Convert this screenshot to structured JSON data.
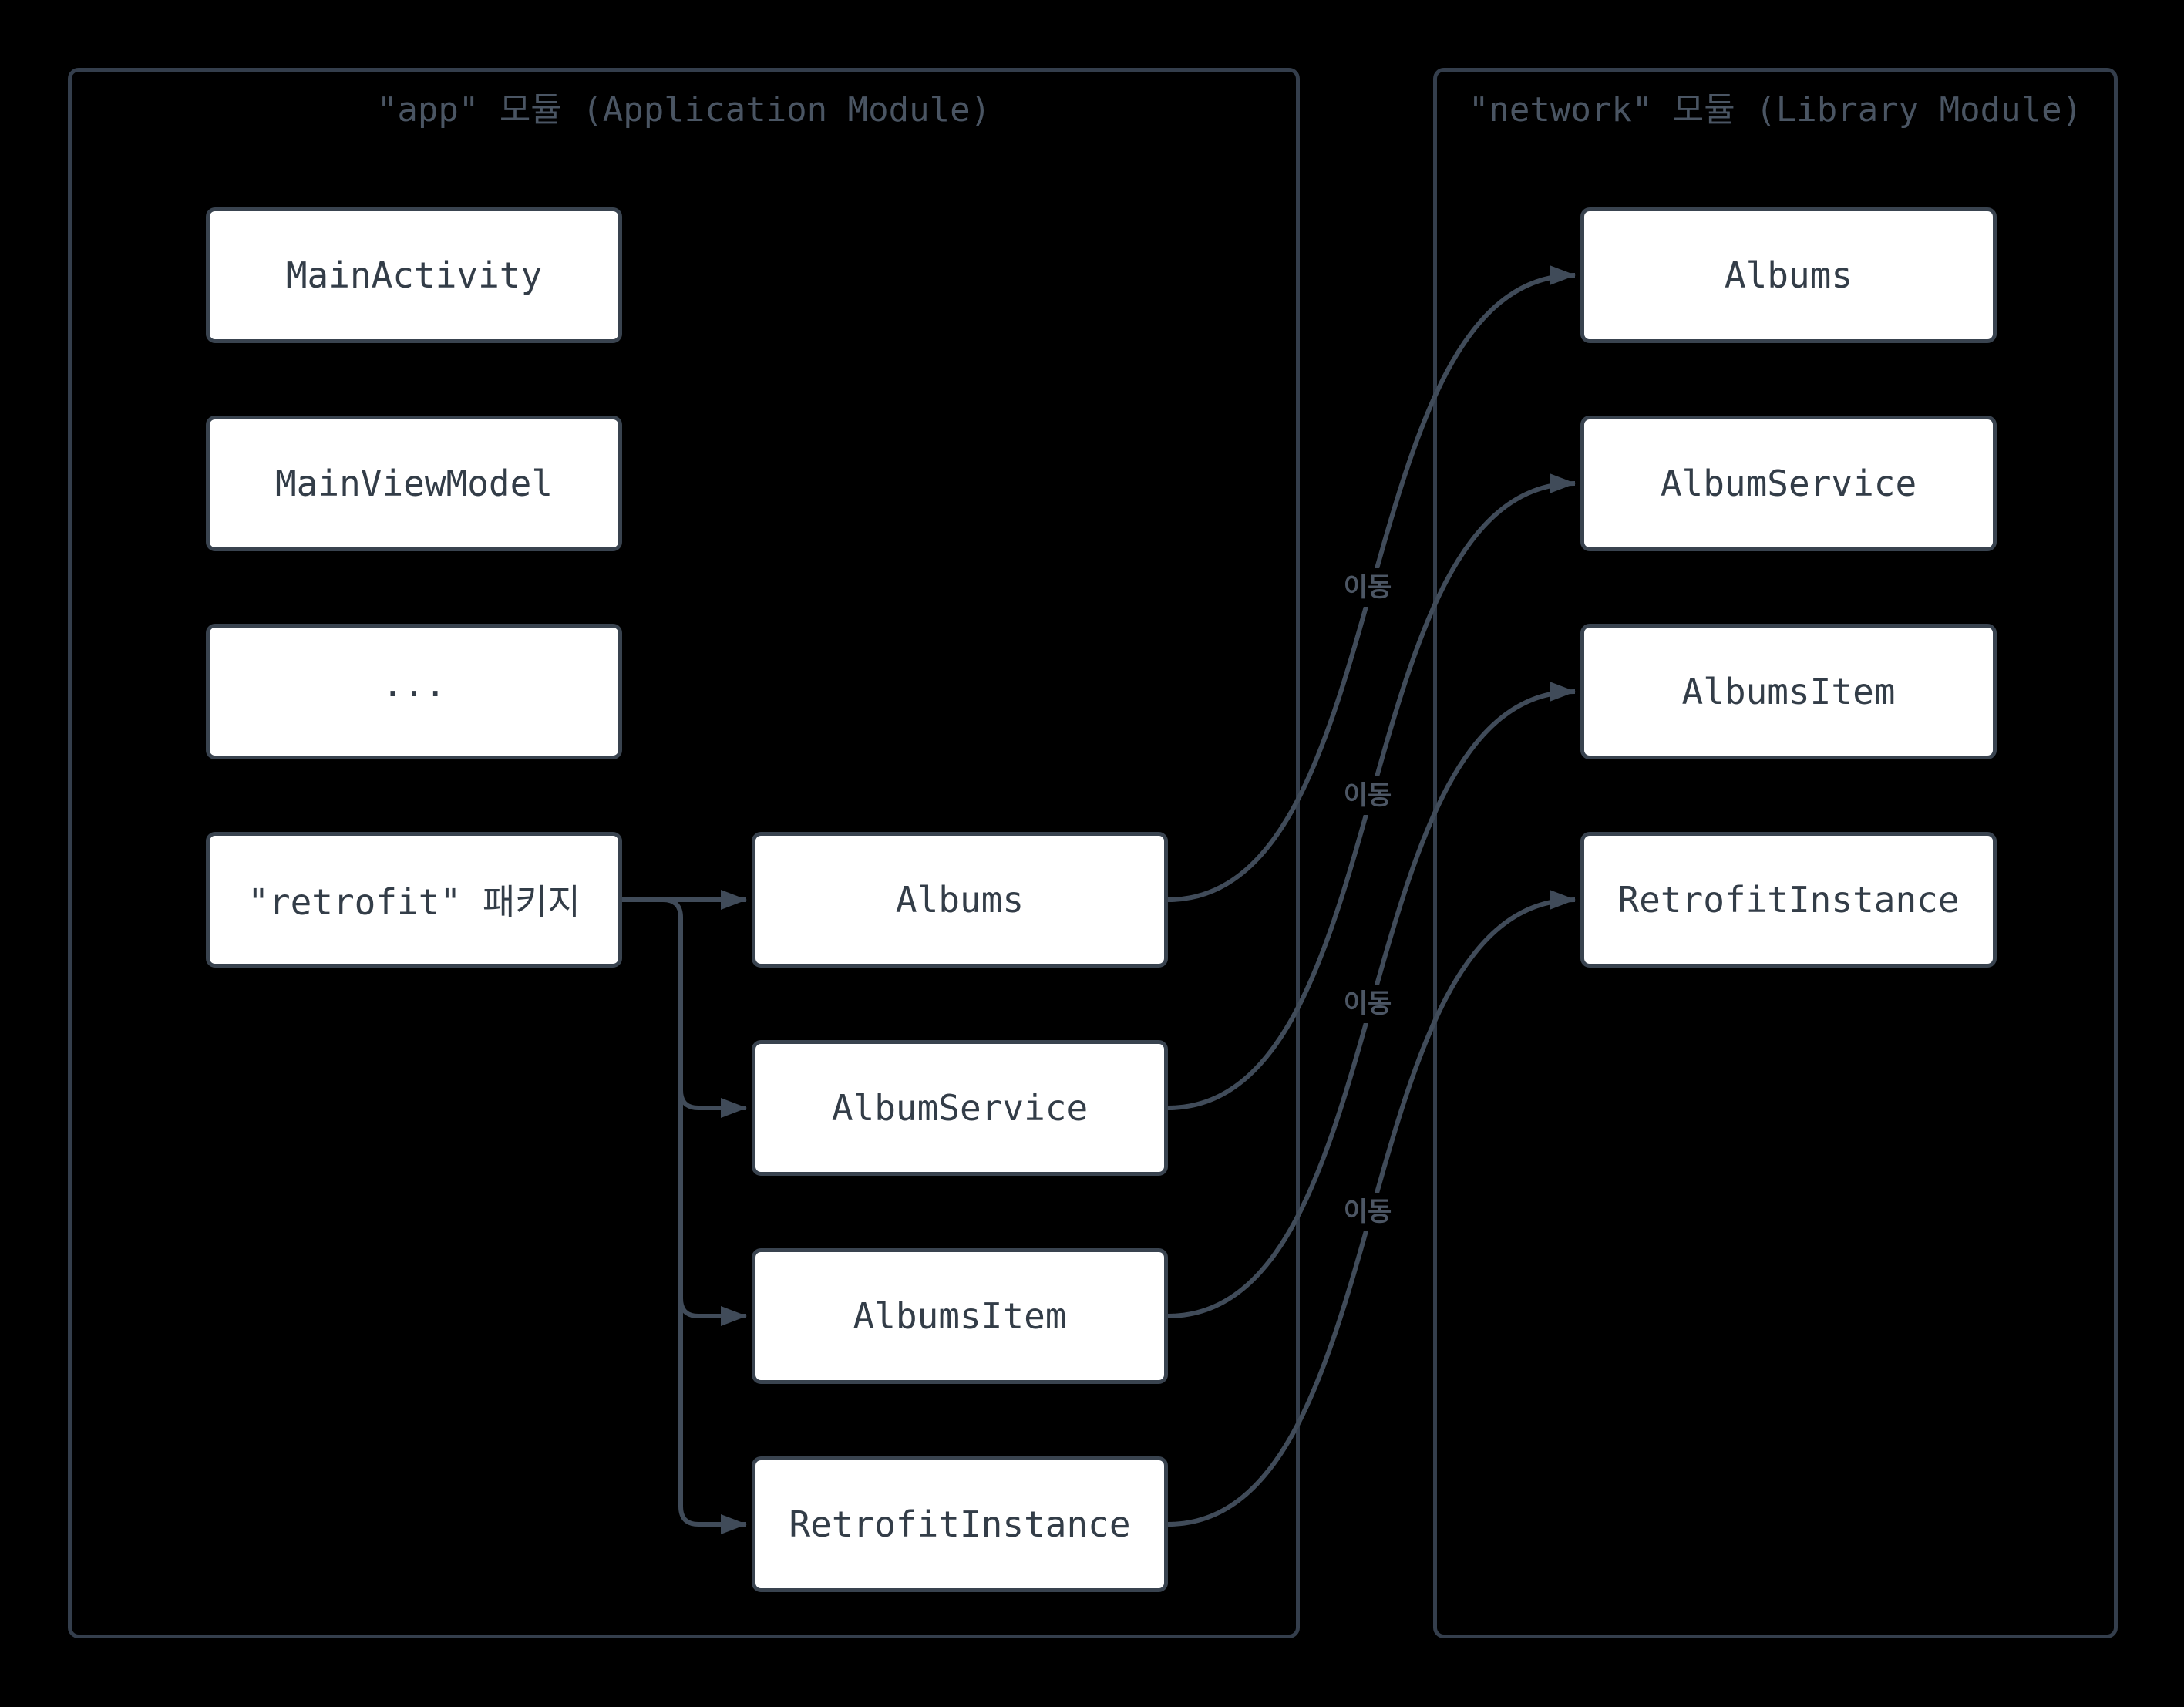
{
  "diagram": {
    "app_module": {
      "title": "\"app\" 모듈 (Application Module)",
      "nodes": [
        {
          "id": "main-activity",
          "label": "MainActivity"
        },
        {
          "id": "main-view-model",
          "label": "MainViewModel"
        },
        {
          "id": "ellipsis",
          "label": "..."
        },
        {
          "id": "retrofit-package",
          "label": "\"retrofit\" 패키지"
        }
      ],
      "retrofit_package_children": [
        {
          "id": "albums",
          "label": "Albums"
        },
        {
          "id": "album-service",
          "label": "AlbumService"
        },
        {
          "id": "albums-item",
          "label": "AlbumsItem"
        },
        {
          "id": "retrofit-instance",
          "label": "RetrofitInstance"
        }
      ]
    },
    "network_module": {
      "title": "\"network\" 모듈 (Library Module)",
      "nodes": [
        {
          "id": "albums",
          "label": "Albums"
        },
        {
          "id": "album-service",
          "label": "AlbumService"
        },
        {
          "id": "albums-item",
          "label": "AlbumsItem"
        },
        {
          "id": "retrofit-instance",
          "label": "RetrofitInstance"
        }
      ]
    },
    "edge_labels": [
      "이동",
      "이동",
      "이동",
      "이동"
    ],
    "colors": {
      "background": "#000000",
      "container_border": "#343e4c",
      "container_title_text": "#4a5563",
      "node_background": "#ffffff",
      "node_border": "#39434f",
      "node_text": "#333d48",
      "edge_line": "#404b59",
      "edge_label_text": "#4c5664"
    }
  }
}
